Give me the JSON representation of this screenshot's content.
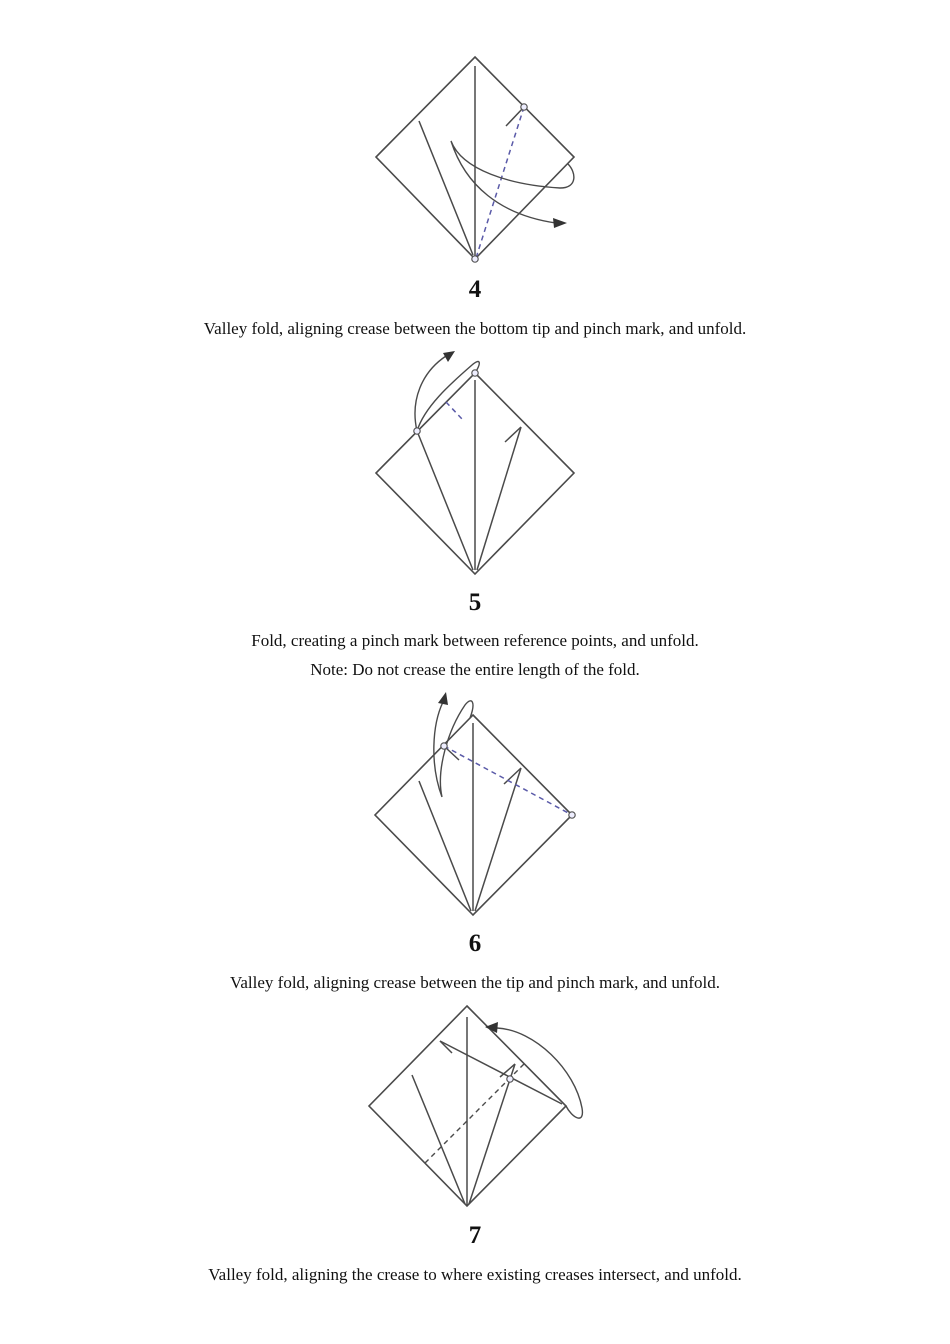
{
  "steps": [
    {
      "number": "4",
      "caption": "Valley fold, aligning crease between the bottom tip and pinch mark, and unfold.",
      "note": null
    },
    {
      "number": "5",
      "caption": "Fold, creating a pinch mark between reference points, and unfold.",
      "note": "Note: Do not crease the entire length of the fold."
    },
    {
      "number": "6",
      "caption": "Valley fold, aligning crease between the tip and pinch mark, and unfold.",
      "note": null
    },
    {
      "number": "7",
      "caption": "Valley fold, aligning the crease to where existing creases intersect, and unfold.",
      "note": null
    }
  ],
  "colors": {
    "line": "#4a4a4a",
    "valley_fold": "#5a5aa8",
    "background": "#ffffff"
  }
}
